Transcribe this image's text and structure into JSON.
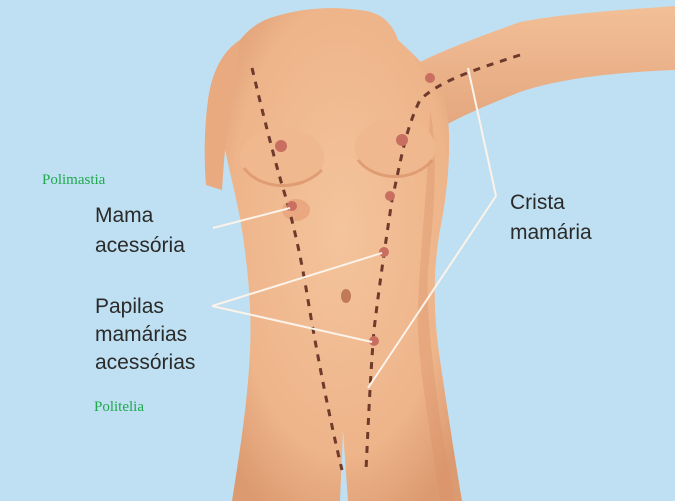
{
  "labels": {
    "polimastia": "Polimastia",
    "politelia": "Politelia",
    "mama_acessoria": [
      "Mama",
      "acessória"
    ],
    "papilas": [
      "Papilas",
      "mamárias",
      "acessórias"
    ],
    "crista": [
      "Crista",
      "mamária"
    ]
  },
  "colors": {
    "background": "#bfe0f2",
    "skin": "#eeb48a",
    "skin_shadow": "#d98e66",
    "nipple": "#c96f62",
    "milk_line": "#6e3a2c",
    "label_text": "#2a2a2a",
    "green_text": "#1fa84e"
  }
}
